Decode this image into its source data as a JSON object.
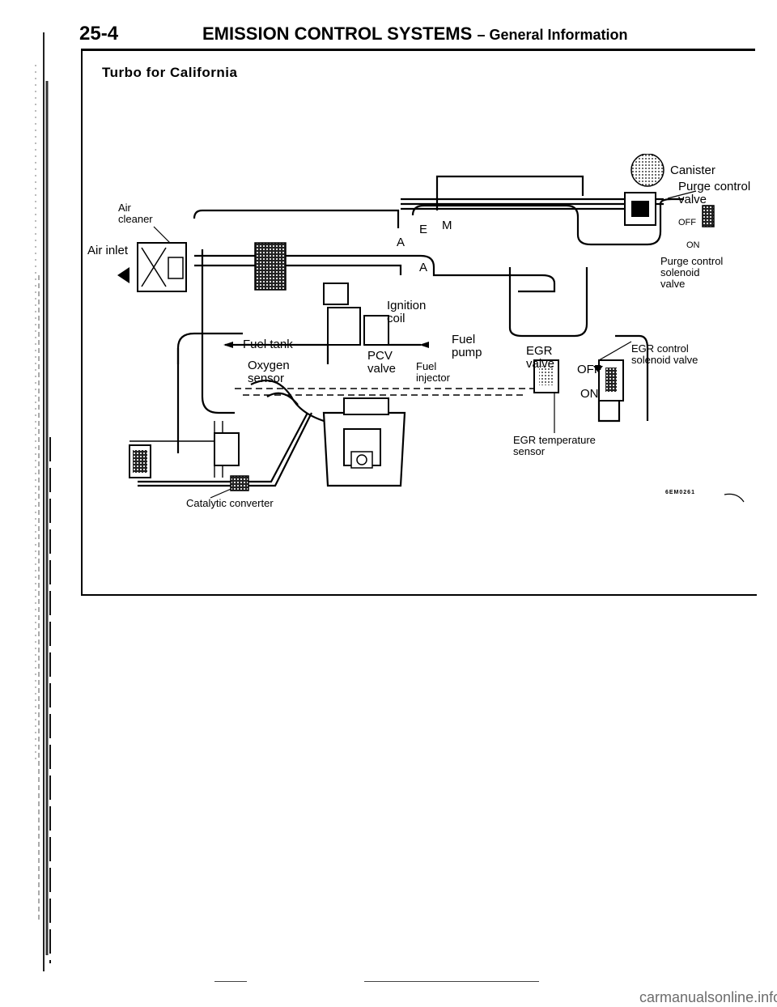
{
  "header": {
    "page_number": "25-4",
    "title": "EMISSION CONTROL SYSTEMS",
    "subtitle": "– General Information"
  },
  "section_title": "Turbo for California",
  "diagram": {
    "labels": {
      "air_cleaner_1": "Air",
      "air_cleaner_2": "cleaner",
      "air_inlet": "Air inlet",
      "canister": "Canister",
      "purge_control_valve_1": "Purge control",
      "purge_control_valve_2": "valve",
      "off_small": "OFF",
      "on_small": "ON",
      "purge_solenoid_1": "Purge  control",
      "purge_solenoid_2": "solenoid",
      "purge_solenoid_3": "valve",
      "ignition_coil_1": "Ignition",
      "ignition_coil_2": "coil",
      "fuel_tank": "Fuel tank",
      "fuel_pump_1": "Fuel",
      "fuel_pump_2": "pump",
      "pcv_valve_1": "PCV",
      "pcv_valve_2": "valve",
      "fuel_injector_1": "Fuel",
      "fuel_injector_2": "injector",
      "oxygen_sensor_1": "Oxygen",
      "oxygen_sensor_2": "sensor",
      "egr_valve_1": "EGR",
      "egr_valve_2": "valve",
      "egr_solenoid_1": "EGR control",
      "egr_solenoid_2": "solenoid valve",
      "off": "OFF",
      "on": "ON",
      "egr_temp_1": "EGR  temperature",
      "egr_temp_2": "sensor",
      "catalytic_converter": "Catalytic converter",
      "letter_e": "E",
      "letter_m": "M",
      "letter_a1": "A",
      "letter_a2": "A"
    },
    "figure_code": "6EM0261"
  },
  "watermark": "carmanualsonline.info"
}
